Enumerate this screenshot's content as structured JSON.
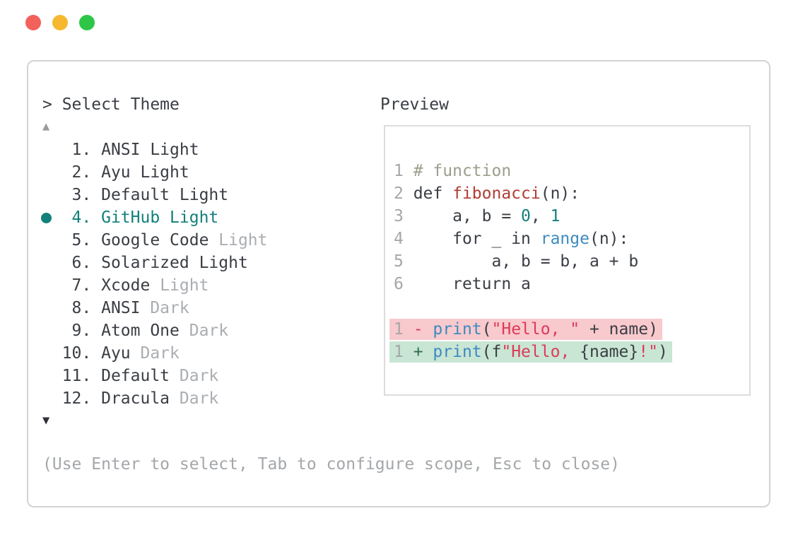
{
  "colors": {
    "dark": "#3a3e44",
    "muted": "#aaadb1",
    "teal": "#12807b",
    "comment": "#9aa08c",
    "funcname": "#b23c33",
    "builtin": "#3e8ac1",
    "string": "#dc3b58",
    "plus": "#2d6e4f",
    "lineno": "#a4a7aa",
    "border": "#d3d3d3",
    "codeborder": "#dcdcdc",
    "removed-bg": "#f8c9cd",
    "added-bg": "#c9e5d4",
    "arrow-muted": "#9b9b9b"
  },
  "window": {
    "traffic_lights": [
      {
        "name": "close",
        "color": "#f2615a"
      },
      {
        "name": "minimize",
        "color": "#f5b82e"
      },
      {
        "name": "zoom",
        "color": "#2ec647"
      }
    ]
  },
  "selector": {
    "prompt": "> Select Theme",
    "scroll_up_icon": "▲",
    "scroll_down_icon": "▼",
    "items": [
      {
        "number": "1.",
        "name": "ANSI Light",
        "muted": "",
        "selected": false
      },
      {
        "number": "2.",
        "name": "Ayu Light",
        "muted": "",
        "selected": false
      },
      {
        "number": "3.",
        "name": "Default Light",
        "muted": "",
        "selected": false
      },
      {
        "number": "4.",
        "name": "GitHub Light",
        "muted": "",
        "selected": true
      },
      {
        "number": "5.",
        "name": "Google Code",
        "muted": "Light",
        "selected": false
      },
      {
        "number": "6.",
        "name": "Solarized Light",
        "muted": "",
        "selected": false
      },
      {
        "number": "7.",
        "name": "Xcode",
        "muted": "Light",
        "selected": false
      },
      {
        "number": "8.",
        "name": "ANSI",
        "muted": "Dark",
        "selected": false
      },
      {
        "number": "9.",
        "name": "Atom One",
        "muted": "Dark",
        "selected": false
      },
      {
        "number": "10.",
        "name": "Ayu",
        "muted": "Dark",
        "selected": false
      },
      {
        "number": "11.",
        "name": "Default",
        "muted": "Dark",
        "selected": false
      },
      {
        "number": "12.",
        "name": "Dracula",
        "muted": "Dark",
        "selected": false
      }
    ]
  },
  "preview": {
    "title": "Preview",
    "code_lines": [
      {
        "num": "1",
        "tokens": [
          [
            "# function",
            "comment"
          ]
        ]
      },
      {
        "num": "2",
        "tokens": [
          [
            "def ",
            "plain"
          ],
          [
            "fibonacci",
            "funcname"
          ],
          [
            "(n):",
            "plain"
          ]
        ]
      },
      {
        "num": "3",
        "tokens": [
          [
            "    a, b = ",
            "plain"
          ],
          [
            "0",
            "number"
          ],
          [
            ", ",
            "plain"
          ],
          [
            "1",
            "number"
          ]
        ]
      },
      {
        "num": "4",
        "tokens": [
          [
            "    for _ in ",
            "plain"
          ],
          [
            "range",
            "builtin"
          ],
          [
            "(n):",
            "plain"
          ]
        ]
      },
      {
        "num": "5",
        "tokens": [
          [
            "        a, b = b, a + b",
            "plain"
          ]
        ]
      },
      {
        "num": "6",
        "tokens": [
          [
            "    return a",
            "plain"
          ]
        ]
      }
    ],
    "diff_lines": [
      {
        "num": "1",
        "sign": "-",
        "kind": "removed",
        "tokens": [
          [
            "print",
            "builtin"
          ],
          [
            "(",
            "plain"
          ],
          [
            "\"Hello, \"",
            "string"
          ],
          [
            " + name)",
            "plain"
          ]
        ]
      },
      {
        "num": "1",
        "sign": "+",
        "kind": "added",
        "tokens": [
          [
            "print",
            "builtin"
          ],
          [
            "(f",
            "plain"
          ],
          [
            "\"Hello, ",
            "string"
          ],
          [
            "{name}",
            "plain"
          ],
          [
            "!\"",
            "string"
          ],
          [
            ")",
            "plain"
          ]
        ]
      }
    ]
  },
  "footer": {
    "hint": "(Use Enter to select, Tab to configure scope, Esc to close)"
  }
}
